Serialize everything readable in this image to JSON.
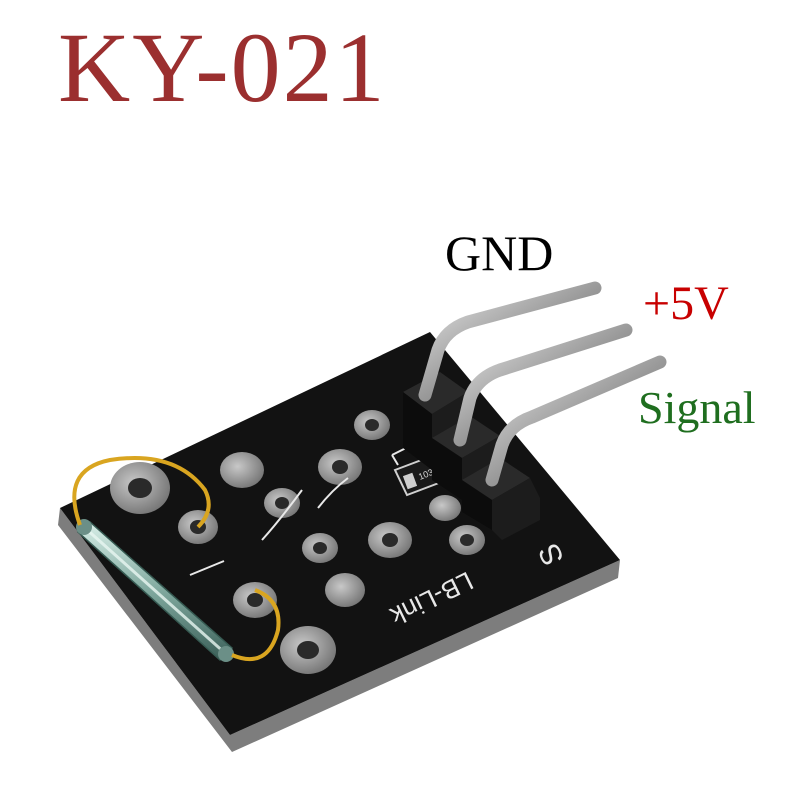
{
  "title": "KY-021",
  "pins": {
    "gnd": "GND",
    "vcc": "+5V",
    "signal": "Signal"
  },
  "board": {
    "silkscreen_brand": "LB-Link",
    "silkscreen_pin": "S",
    "resistor_code": "103"
  },
  "colors": {
    "title": "#9b2f2f",
    "gnd": "#000000",
    "vcc": "#c80000",
    "signal": "#1f6e1f",
    "pcb": "#111111",
    "gold_wire": "#d9a520"
  }
}
